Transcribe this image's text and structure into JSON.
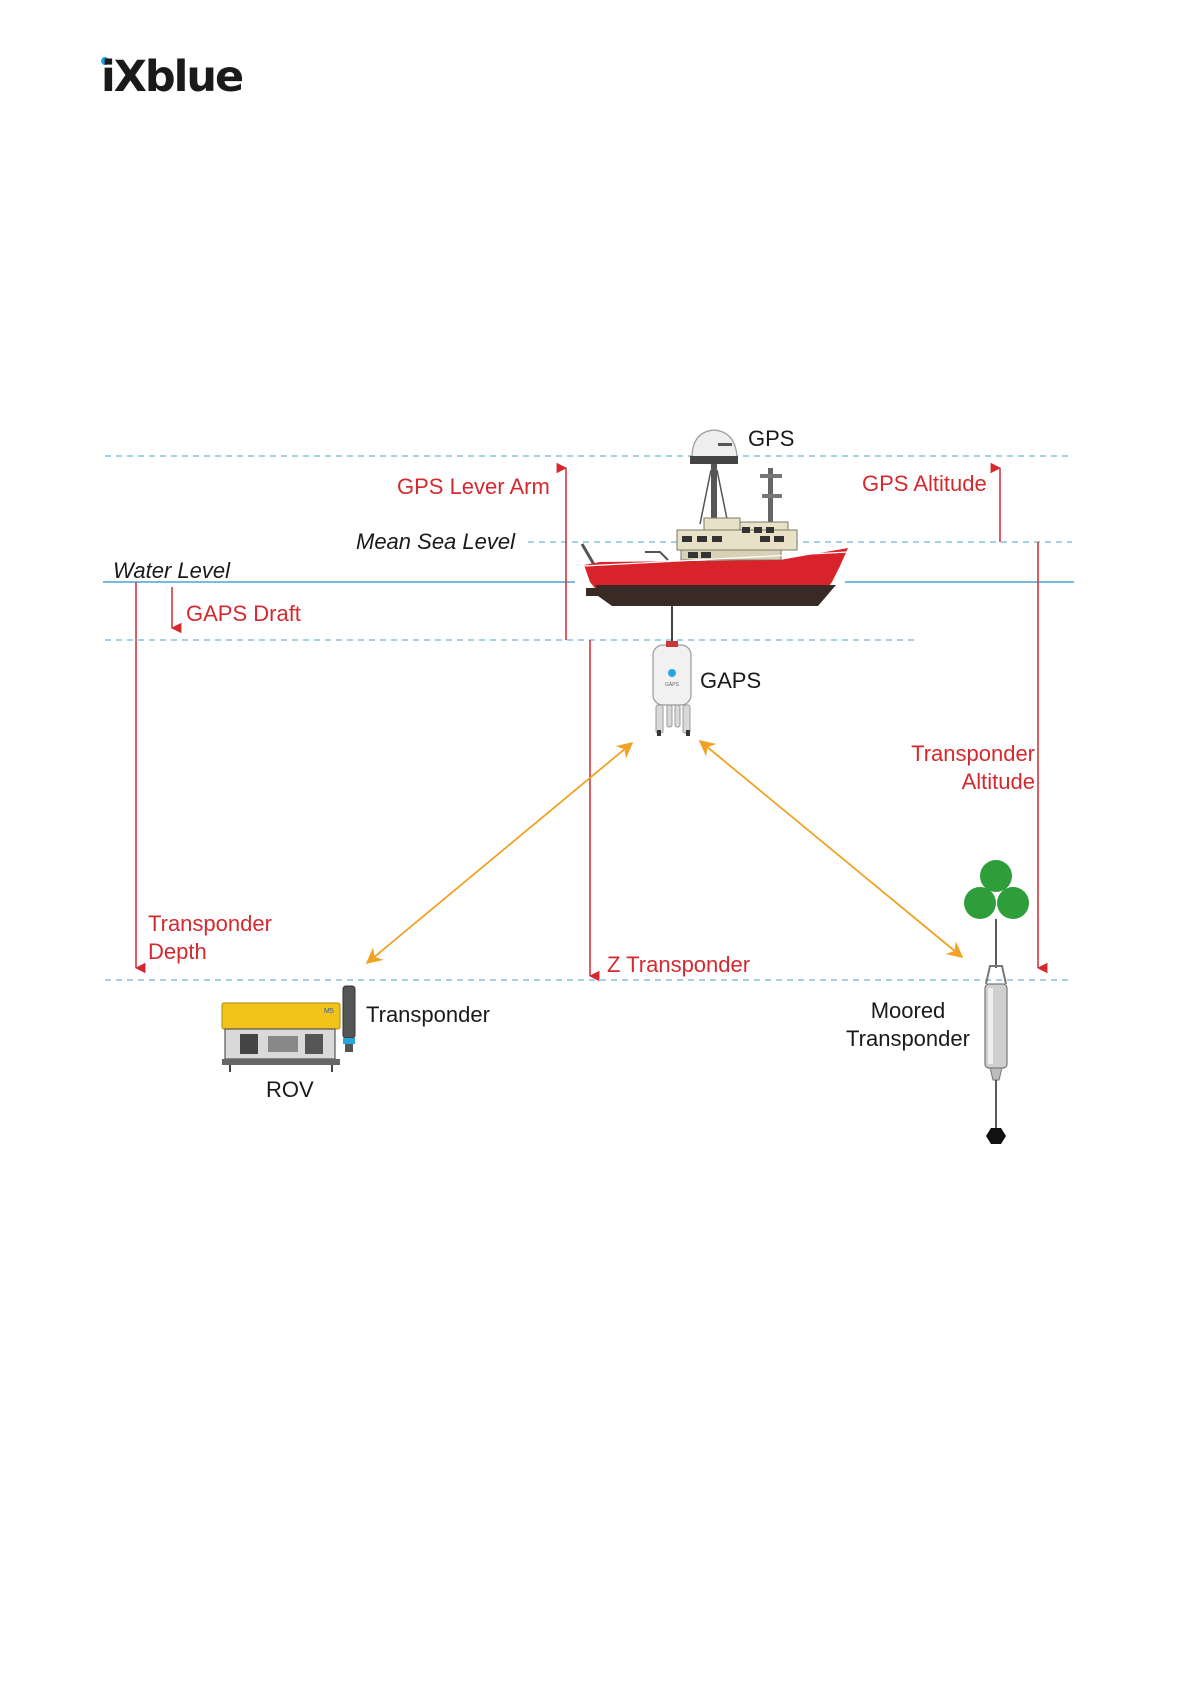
{
  "logo": {
    "text": "iXblue",
    "dot_color": "#1aa7e0",
    "text_color": "#1a1a1a"
  },
  "labels": {
    "gps": "GPS",
    "gps_lever_arm": "GPS Lever Arm",
    "gps_altitude": "GPS Altitude",
    "mean_sea_level": "Mean Sea Level",
    "water_level": "Water Level",
    "gaps_draft": "GAPS Draft",
    "gaps": "GAPS",
    "transponder_altitude_1": "Transponder",
    "transponder_altitude_2": "Altitude",
    "transponder_depth_1": "Transponder",
    "transponder_depth_2": "Depth",
    "z_transponder": "Z Transponder",
    "rov_transponder": "Transponder",
    "rov": "ROV",
    "moored_1": "Moored",
    "moored_2": "Transponder",
    "rov_badge": "M5",
    "gaps_badge": "GAPS"
  },
  "colors": {
    "measure_red": "#d42a2f",
    "reference_blue": "#6fb4d6",
    "acoustic_orange": "#f0a224",
    "buoy_green": "#2e9e3a",
    "hull_red": "#d8232a",
    "hull_dark": "#3a2a26",
    "rov_yellow": "#f2c31b"
  }
}
